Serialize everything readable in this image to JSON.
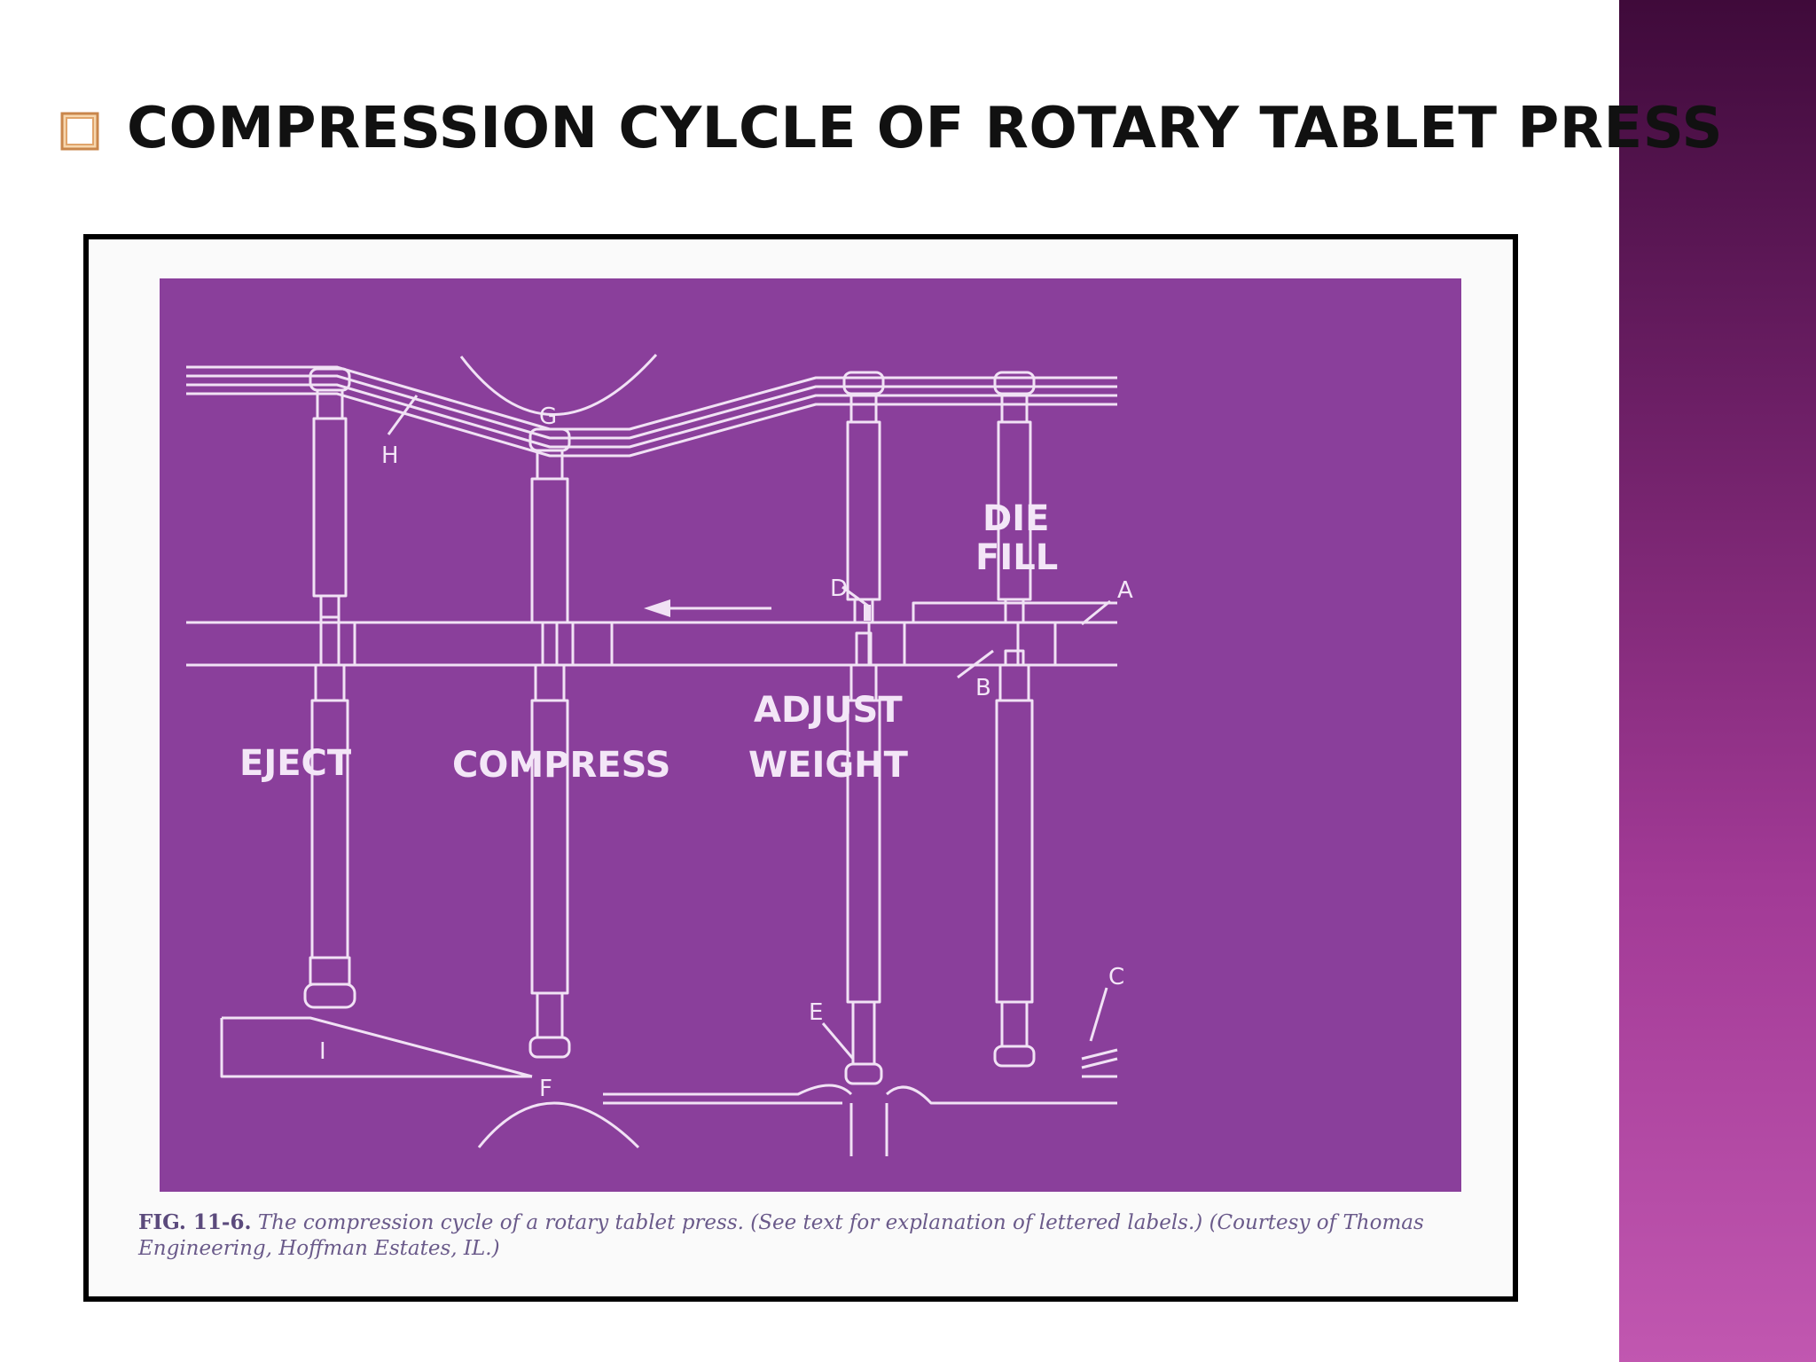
{
  "title": "COMPRESSION CYLCLE OF ROTARY TABLET PRESS",
  "colors": {
    "diagram_bg": "#8a3f9b",
    "line": "#f1e2f5",
    "right_band_top": "#3f0a3a",
    "right_band_bottom": "#c157b0",
    "bullet": "#e8a25a"
  },
  "icons": {
    "bullet": "checkbox-bullet-icon"
  },
  "diagram": {
    "stage_labels": {
      "eject": "EJECT",
      "compress": "COMPRESS",
      "adjust": "ADJUST",
      "weight": "WEIGHT",
      "die": "DIE",
      "fill": "FILL"
    },
    "letters": {
      "a": "A",
      "b": "B",
      "c": "C",
      "d": "D",
      "e": "E",
      "f": "F",
      "g": "G",
      "h": "H",
      "i": "I"
    }
  },
  "caption": {
    "fig": "FIG. 11-6.",
    "text": "The compression cycle of a rotary tablet press. (See text for explanation of lettered labels.) (Courtesy of Thomas Engineering, Hoffman Estates, IL.)"
  }
}
